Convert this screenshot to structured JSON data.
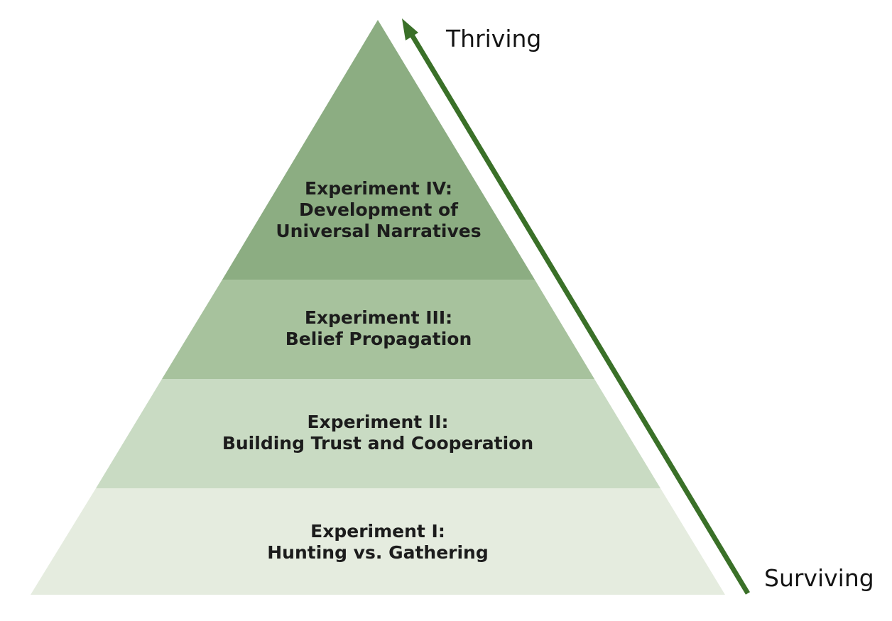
{
  "diagram": {
    "tiers": [
      {
        "name": "tier-1",
        "lines": [
          "Experiment I:",
          "Hunting vs. Gathering"
        ],
        "color": "#e5ecdf"
      },
      {
        "name": "tier-2",
        "lines": [
          "Experiment II:",
          "Building Trust and Cooperation"
        ],
        "color": "#c9dbc3"
      },
      {
        "name": "tier-3",
        "lines": [
          "Experiment III:",
          "Belief Propagation"
        ],
        "color": "#a7c29d"
      },
      {
        "name": "tier-4",
        "lines": [
          "Experiment IV:",
          "Development of",
          "Universal Narratives"
        ],
        "color": "#8cad82"
      }
    ],
    "arrow": {
      "top_label": "Thriving",
      "bottom_label": "Surviving",
      "color": "#3a7028"
    }
  }
}
